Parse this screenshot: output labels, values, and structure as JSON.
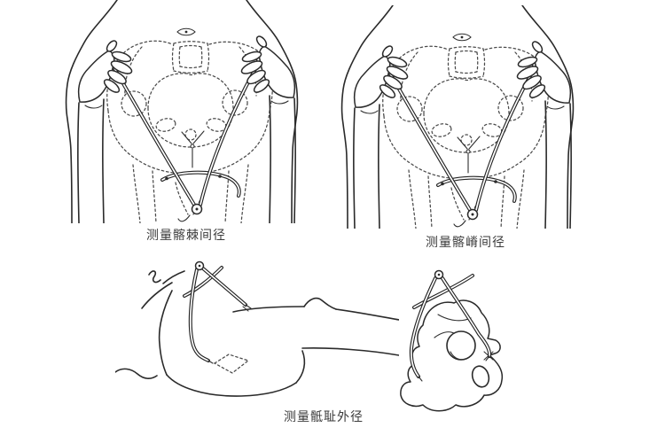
{
  "page": {
    "background_color": "#ffffff",
    "line_color": "#2a2a2a",
    "dashed_line_color": "#4a4a4a",
    "caption_color": "#3a3a3a"
  },
  "figures": [
    {
      "id": "interspinous",
      "caption": "测量髂棘间径"
    },
    {
      "id": "intercristal",
      "caption": "测量髂嵴间径"
    },
    {
      "id": "external-conjugate",
      "caption": "测量骶耻外径"
    }
  ]
}
